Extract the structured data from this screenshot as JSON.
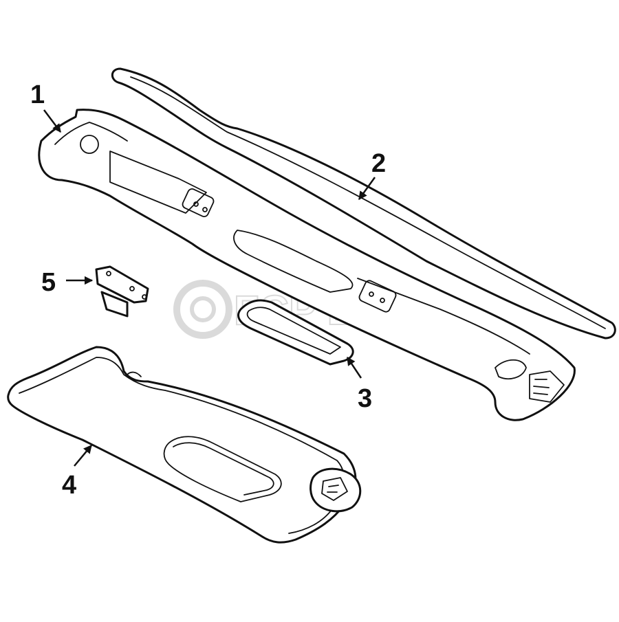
{
  "diagram": {
    "watermark": {
      "brand": "FCP EURO"
    },
    "callouts": [
      {
        "id": "1",
        "label": "1"
      },
      {
        "id": "2",
        "label": "2"
      },
      {
        "id": "3",
        "label": "3"
      },
      {
        "id": "4",
        "label": "4"
      },
      {
        "id": "5",
        "label": "5"
      }
    ],
    "parts": [
      {
        "number": "1",
        "icon": "overhead-console-trim"
      },
      {
        "number": "2",
        "icon": "windshield-header-seal"
      },
      {
        "number": "3",
        "icon": "trim-insert"
      },
      {
        "number": "4",
        "icon": "sun-visor"
      },
      {
        "number": "5",
        "icon": "visor-retainer-clip"
      }
    ]
  }
}
